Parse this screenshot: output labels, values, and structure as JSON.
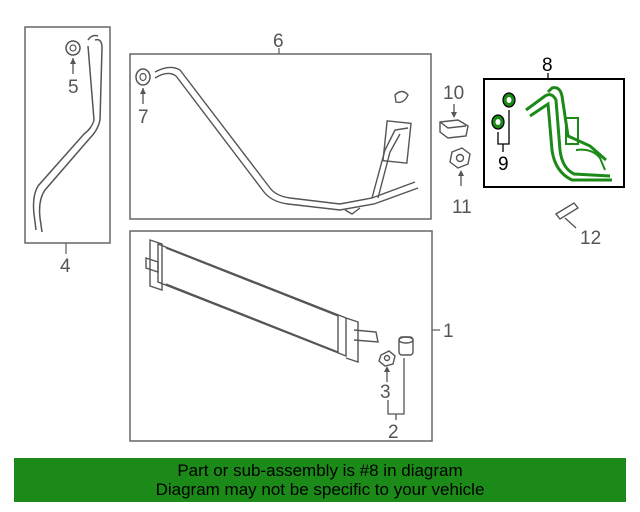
{
  "callouts": {
    "c1": "1",
    "c2": "2",
    "c3": "3",
    "c4": "4",
    "c5": "5",
    "c6": "6",
    "c7": "7",
    "c8": "8",
    "c9": "9",
    "c10": "10",
    "c11": "11",
    "c12": "12"
  },
  "banner": {
    "line1": "Part or sub-assembly is #8 in diagram",
    "line2": "Diagram may not be specific to your vehicle"
  },
  "highlight": {
    "part": "8",
    "color": "#1c8a18"
  },
  "icons": [
    "hose-pipe-icon",
    "washer-icon",
    "cooler-core-icon",
    "clip-icon",
    "bracket-icon",
    "plug-icon"
  ]
}
